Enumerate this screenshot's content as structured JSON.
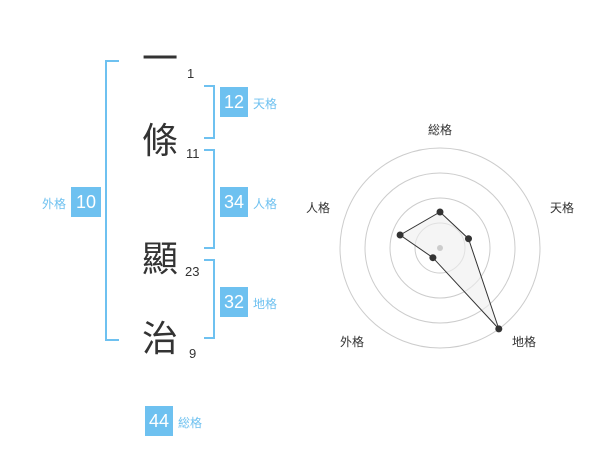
{
  "name": {
    "chars": [
      {
        "char": "一",
        "strokes": "1"
      },
      {
        "char": "條",
        "strokes": "11"
      },
      {
        "char": "顯",
        "strokes": "23"
      },
      {
        "char": "治",
        "strokes": "9"
      }
    ]
  },
  "fortunes": {
    "tenkaku": {
      "value": "12",
      "label": "天格"
    },
    "jinkaku": {
      "value": "34",
      "label": "人格"
    },
    "chikaku": {
      "value": "32",
      "label": "地格"
    },
    "gaikaku": {
      "value": "10",
      "label": "外格"
    },
    "soukaku": {
      "value": "44",
      "label": "総格"
    }
  },
  "colors": {
    "accent": "#6ec1f0",
    "text": "#333333",
    "grid": "#cccccc"
  },
  "radar": {
    "axes": [
      "総格",
      "天格",
      "地格",
      "外格",
      "人格"
    ],
    "values": [
      0.36,
      0.3,
      1.0,
      0.12,
      0.42
    ],
    "rings": 4
  }
}
